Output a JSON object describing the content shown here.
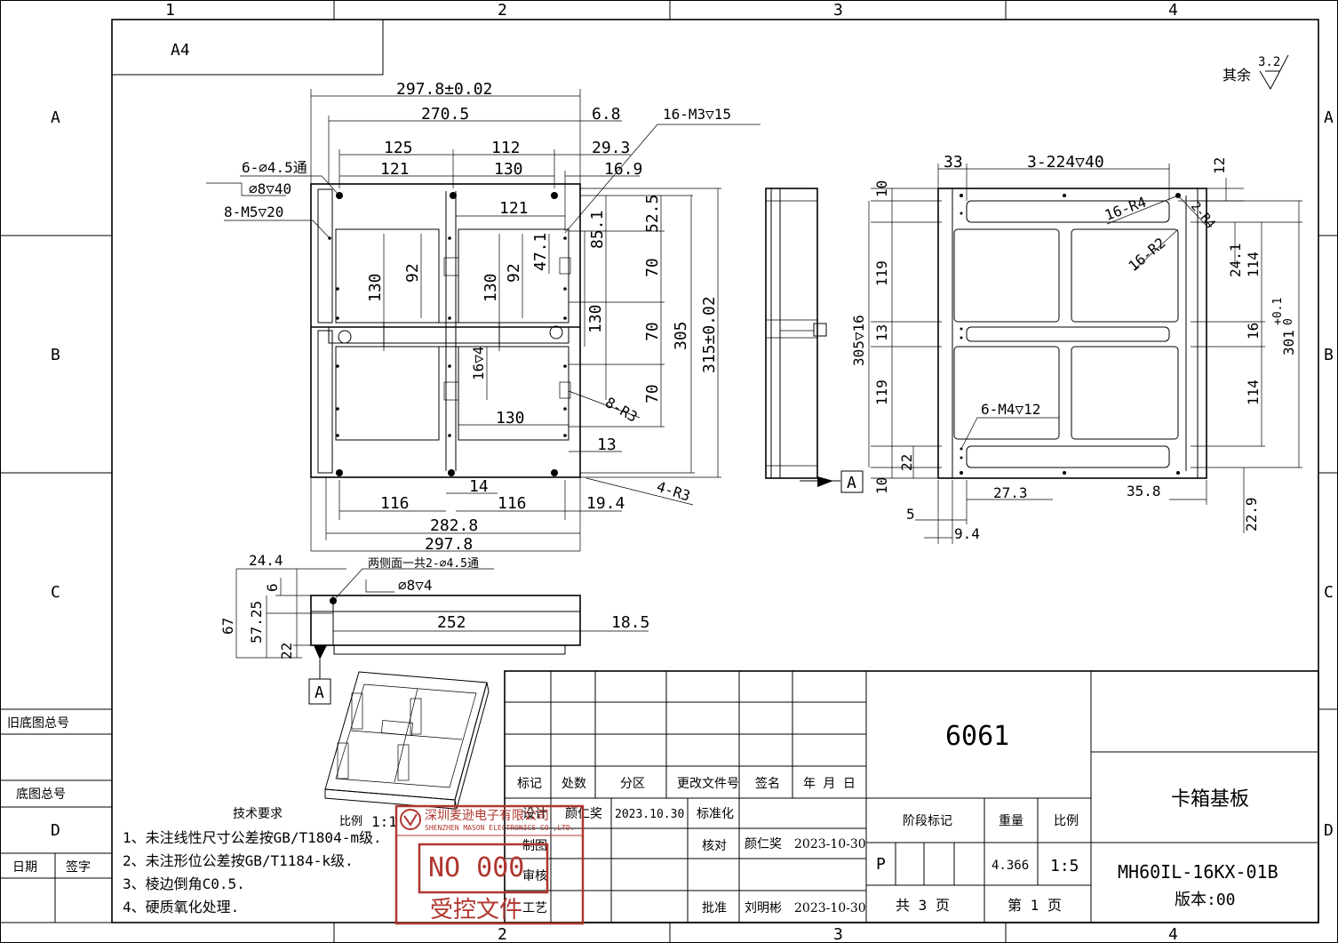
{
  "frame": {
    "col_labels": [
      "1",
      "2",
      "3",
      "4"
    ],
    "row_labels": [
      "A",
      "B",
      "C",
      "D"
    ],
    "sheet_size": "A4"
  },
  "roughness": {
    "prefix": "其余",
    "value": "3.2"
  },
  "front_view": {
    "dims": {
      "overall_top": "297.8±0.02",
      "inner_top": "270.5",
      "d_6_8": "6.8",
      "d_125": "125",
      "d_112": "112",
      "d_29_3": "29.3",
      "d_121a": "121",
      "d_130a": "130",
      "d_16_9": "16.9",
      "d_121b": "121",
      "d_52_5": "52.5",
      "d_85_1": "85.1",
      "d_47_1": "47.1",
      "d_92a": "92",
      "d_92b": "92",
      "d_130v1": "130",
      "d_130v2": "130",
      "d_130v3": "130",
      "d_70a": "70",
      "d_70b": "70",
      "d_70c": "70",
      "d_305": "305",
      "d_315": "315±0.02",
      "d_16_4": "16▽4",
      "d_130h": "130",
      "d_13": "13",
      "d_14": "14",
      "d_116a": "116",
      "d_116b": "116",
      "d_19_4": "19.4",
      "d_282_8": "282.8",
      "d_297_8": "297.8"
    },
    "notes": {
      "holes_m3": "16-M3▽15",
      "holes_45": "6-∅4.5通",
      "cbore": "∅8▽40",
      "holes_m5": "8-M5▽20",
      "r3_8": "8-R3",
      "r3_4": "4-R3"
    }
  },
  "side_view": {
    "datum": "A"
  },
  "right_view": {
    "dims": {
      "d_33": "33",
      "slots": "3-224▽40",
      "d_12": "12",
      "r4": "16-R4",
      "r2": "16-R2",
      "r4b": "2-R4",
      "d_10a": "10",
      "d_119a": "119",
      "d_13": "13",
      "d_305": "305▽16",
      "d_119b": "119",
      "d_22": "22",
      "d_10b": "10",
      "d_24_1": "24.1",
      "d_114a": "114",
      "d_16": "16",
      "d_114b": "114",
      "d_301": "301",
      "tol": "+0.1",
      "tol0": "0",
      "m4": "6-M4▽12",
      "d_27_3": "27.3",
      "d_35_8": "35.8",
      "d_5": "5",
      "d_9_4": "9.4",
      "d_22_9": "22.9"
    }
  },
  "bottom_view": {
    "dims": {
      "d_24": "24.4",
      "d_6": "6",
      "d_67": "67",
      "d_57_25": "57.25",
      "d_22": "22",
      "d_252": "252",
      "d_18_5": "18.5"
    },
    "notes": {
      "holes": "两侧面一共2-∅4.5通",
      "cbore": "∅8▽4",
      "datum": "A"
    }
  },
  "tech_req": {
    "title": "技术要求",
    "items": [
      "1、未注线性尺寸公差按GB/T1804-m级.",
      "2、未注形位公差按GB/T1184-k级.",
      "3、棱边倒角C0.5.",
      "4、硬质氧化处理."
    ],
    "scale_label": "比例",
    "scale_value": "1:1"
  },
  "left_strip": {
    "old_drawing": "旧底图总号",
    "base_drawing": "底图总号",
    "date": "日期",
    "sign": "签字"
  },
  "title_block": {
    "headers": [
      "标记",
      "处数",
      "分区",
      "更改文件号",
      "签名",
      "年 月 日"
    ],
    "design_label": "设计",
    "design_name": "颜仁奖",
    "design_date": "2023.10.30",
    "standard": "标准化",
    "draw": "制图",
    "check": "核对",
    "check_name": "颜仁奖",
    "check_date": "2023-10-30",
    "review": "审核",
    "craft": "工艺",
    "approve": "批准",
    "approve_name": "刘明彬",
    "approve_date": "2023-10-30",
    "material": "6061",
    "stage": "阶段标记",
    "weight_label": "重量",
    "scale_label": "比例",
    "stage_value": "P",
    "weight": "4.366",
    "scale": "1:5",
    "pages": "共 3 页",
    "page": "第 1 页",
    "part_name": "卡箱基板",
    "part_no": "MH60IL-16KX-01B",
    "version": "版本:00"
  },
  "stamp": {
    "company": "深圳麦逊电子有限公司",
    "company_en": "SHENZHEN MASON ELECTRONICS CO.,LTD.",
    "number": "NO 000",
    "controlled": "受控文件"
  }
}
